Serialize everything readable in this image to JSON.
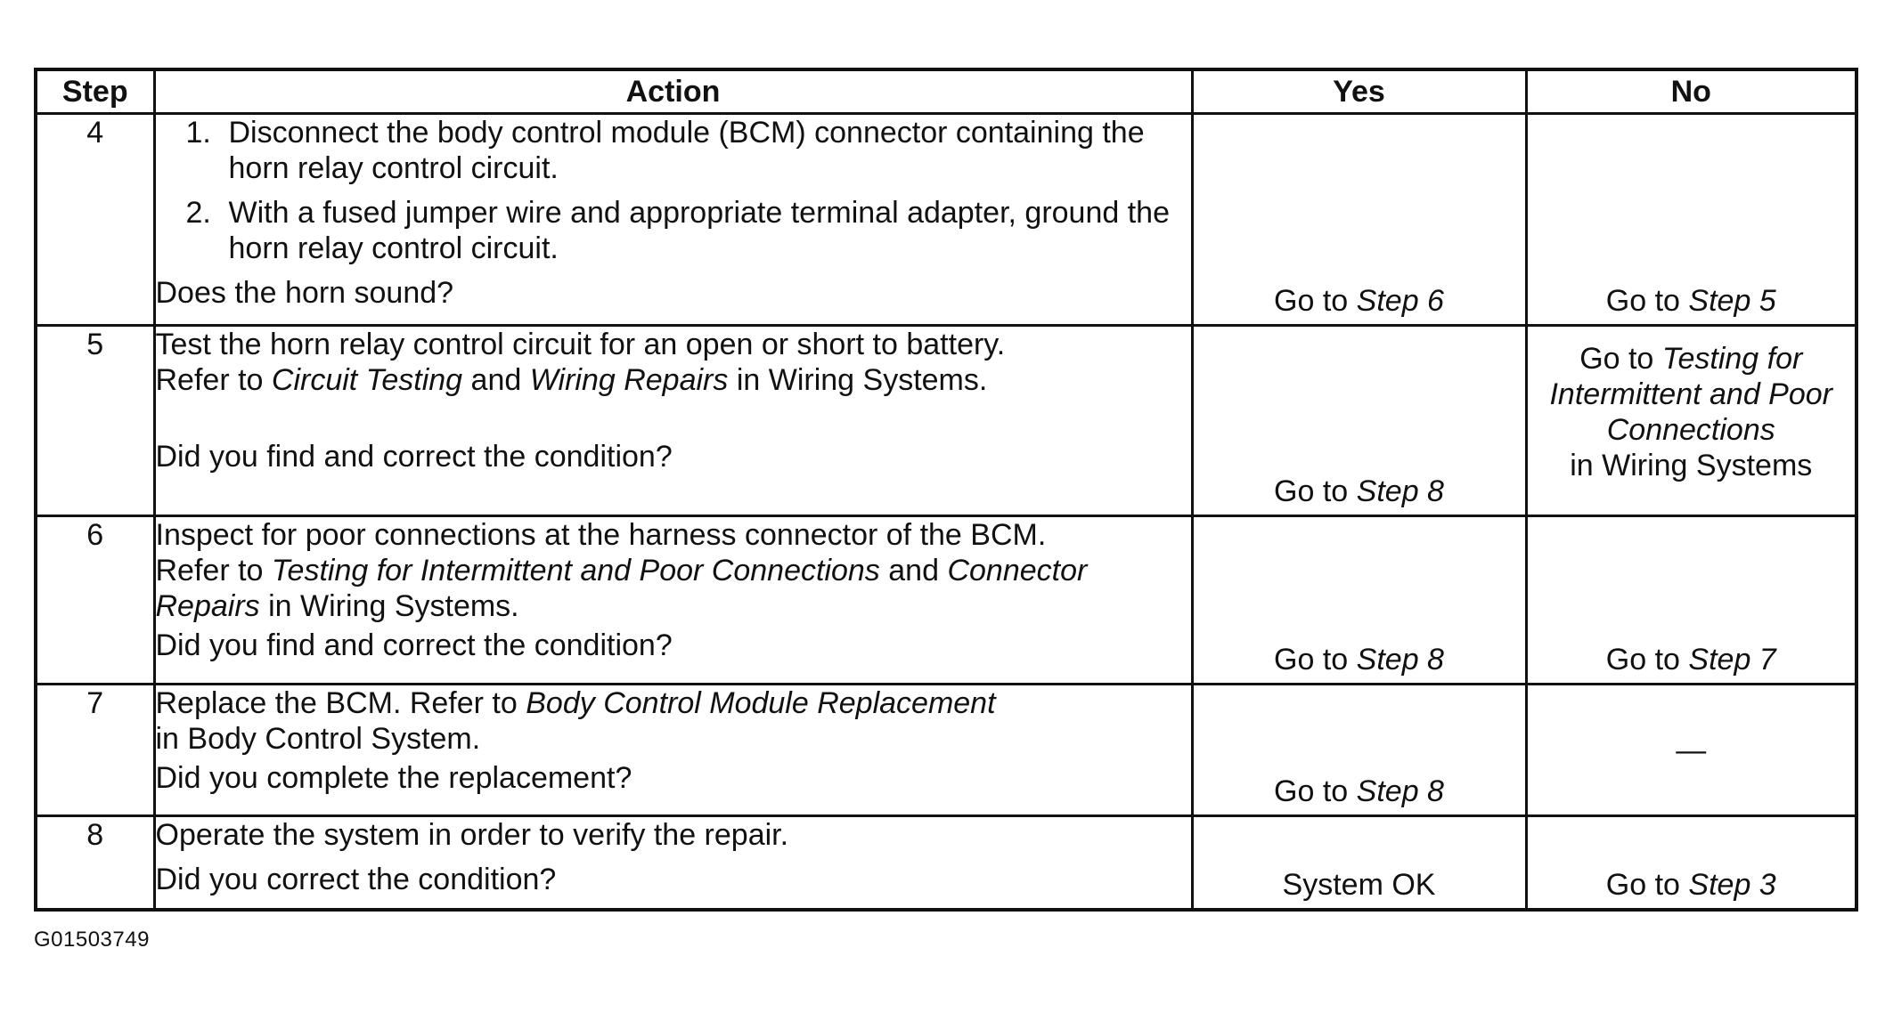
{
  "headers": {
    "step": "Step",
    "action": "Action",
    "yes": "Yes",
    "no": "No"
  },
  "go_to": "Go to",
  "rows": [
    {
      "step": "4",
      "items": [
        {
          "n": "1.",
          "text": "Disconnect the body control module (BCM) connector containing the horn relay control circuit."
        },
        {
          "n": "2.",
          "text": "With a fused jumper wire and appropriate terminal adapter, ground the horn relay control circuit."
        }
      ],
      "question": "Does the horn sound?",
      "yes_step": "Step 6",
      "no_step": "Step 5"
    },
    {
      "step": "5",
      "line1": "Test the horn relay control circuit for an open or short to battery.",
      "line2_a": "Refer to",
      "line2_b": "Circuit Testing",
      "line2_c": "and",
      "line2_d": "Wiring Repairs",
      "line2_e": "in Wiring Systems.",
      "question": "Did you find and correct the condition?",
      "yes_step": "Step 8",
      "no_italic": "Testing for Intermittent and Poor Connections",
      "no_tail": "in Wiring Systems"
    },
    {
      "step": "6",
      "line1": "Inspect for poor connections at the harness connector of the BCM.",
      "line2_a": "Refer to",
      "line2_b": "Testing for Intermittent and Poor Connections",
      "line2_c": "and",
      "line2_d": "Connector Repairs",
      "line2_e": "in Wiring Systems.",
      "question": "Did you find and correct the condition?",
      "yes_step": "Step 8",
      "no_step": "Step 7"
    },
    {
      "step": "7",
      "line1_a": "Replace the BCM. Refer to",
      "line1_b": "Body Control Module Replacement",
      "line2": "in Body Control System.",
      "question": "Did you complete the replacement?",
      "yes_step": "Step 8",
      "no_text": "—"
    },
    {
      "step": "8",
      "line1": "Operate the system in order to verify the repair.",
      "question": "Did you correct the condition?",
      "yes_text": "System OK",
      "no_step": "Step 3"
    }
  ],
  "figure_id": "G01503749"
}
